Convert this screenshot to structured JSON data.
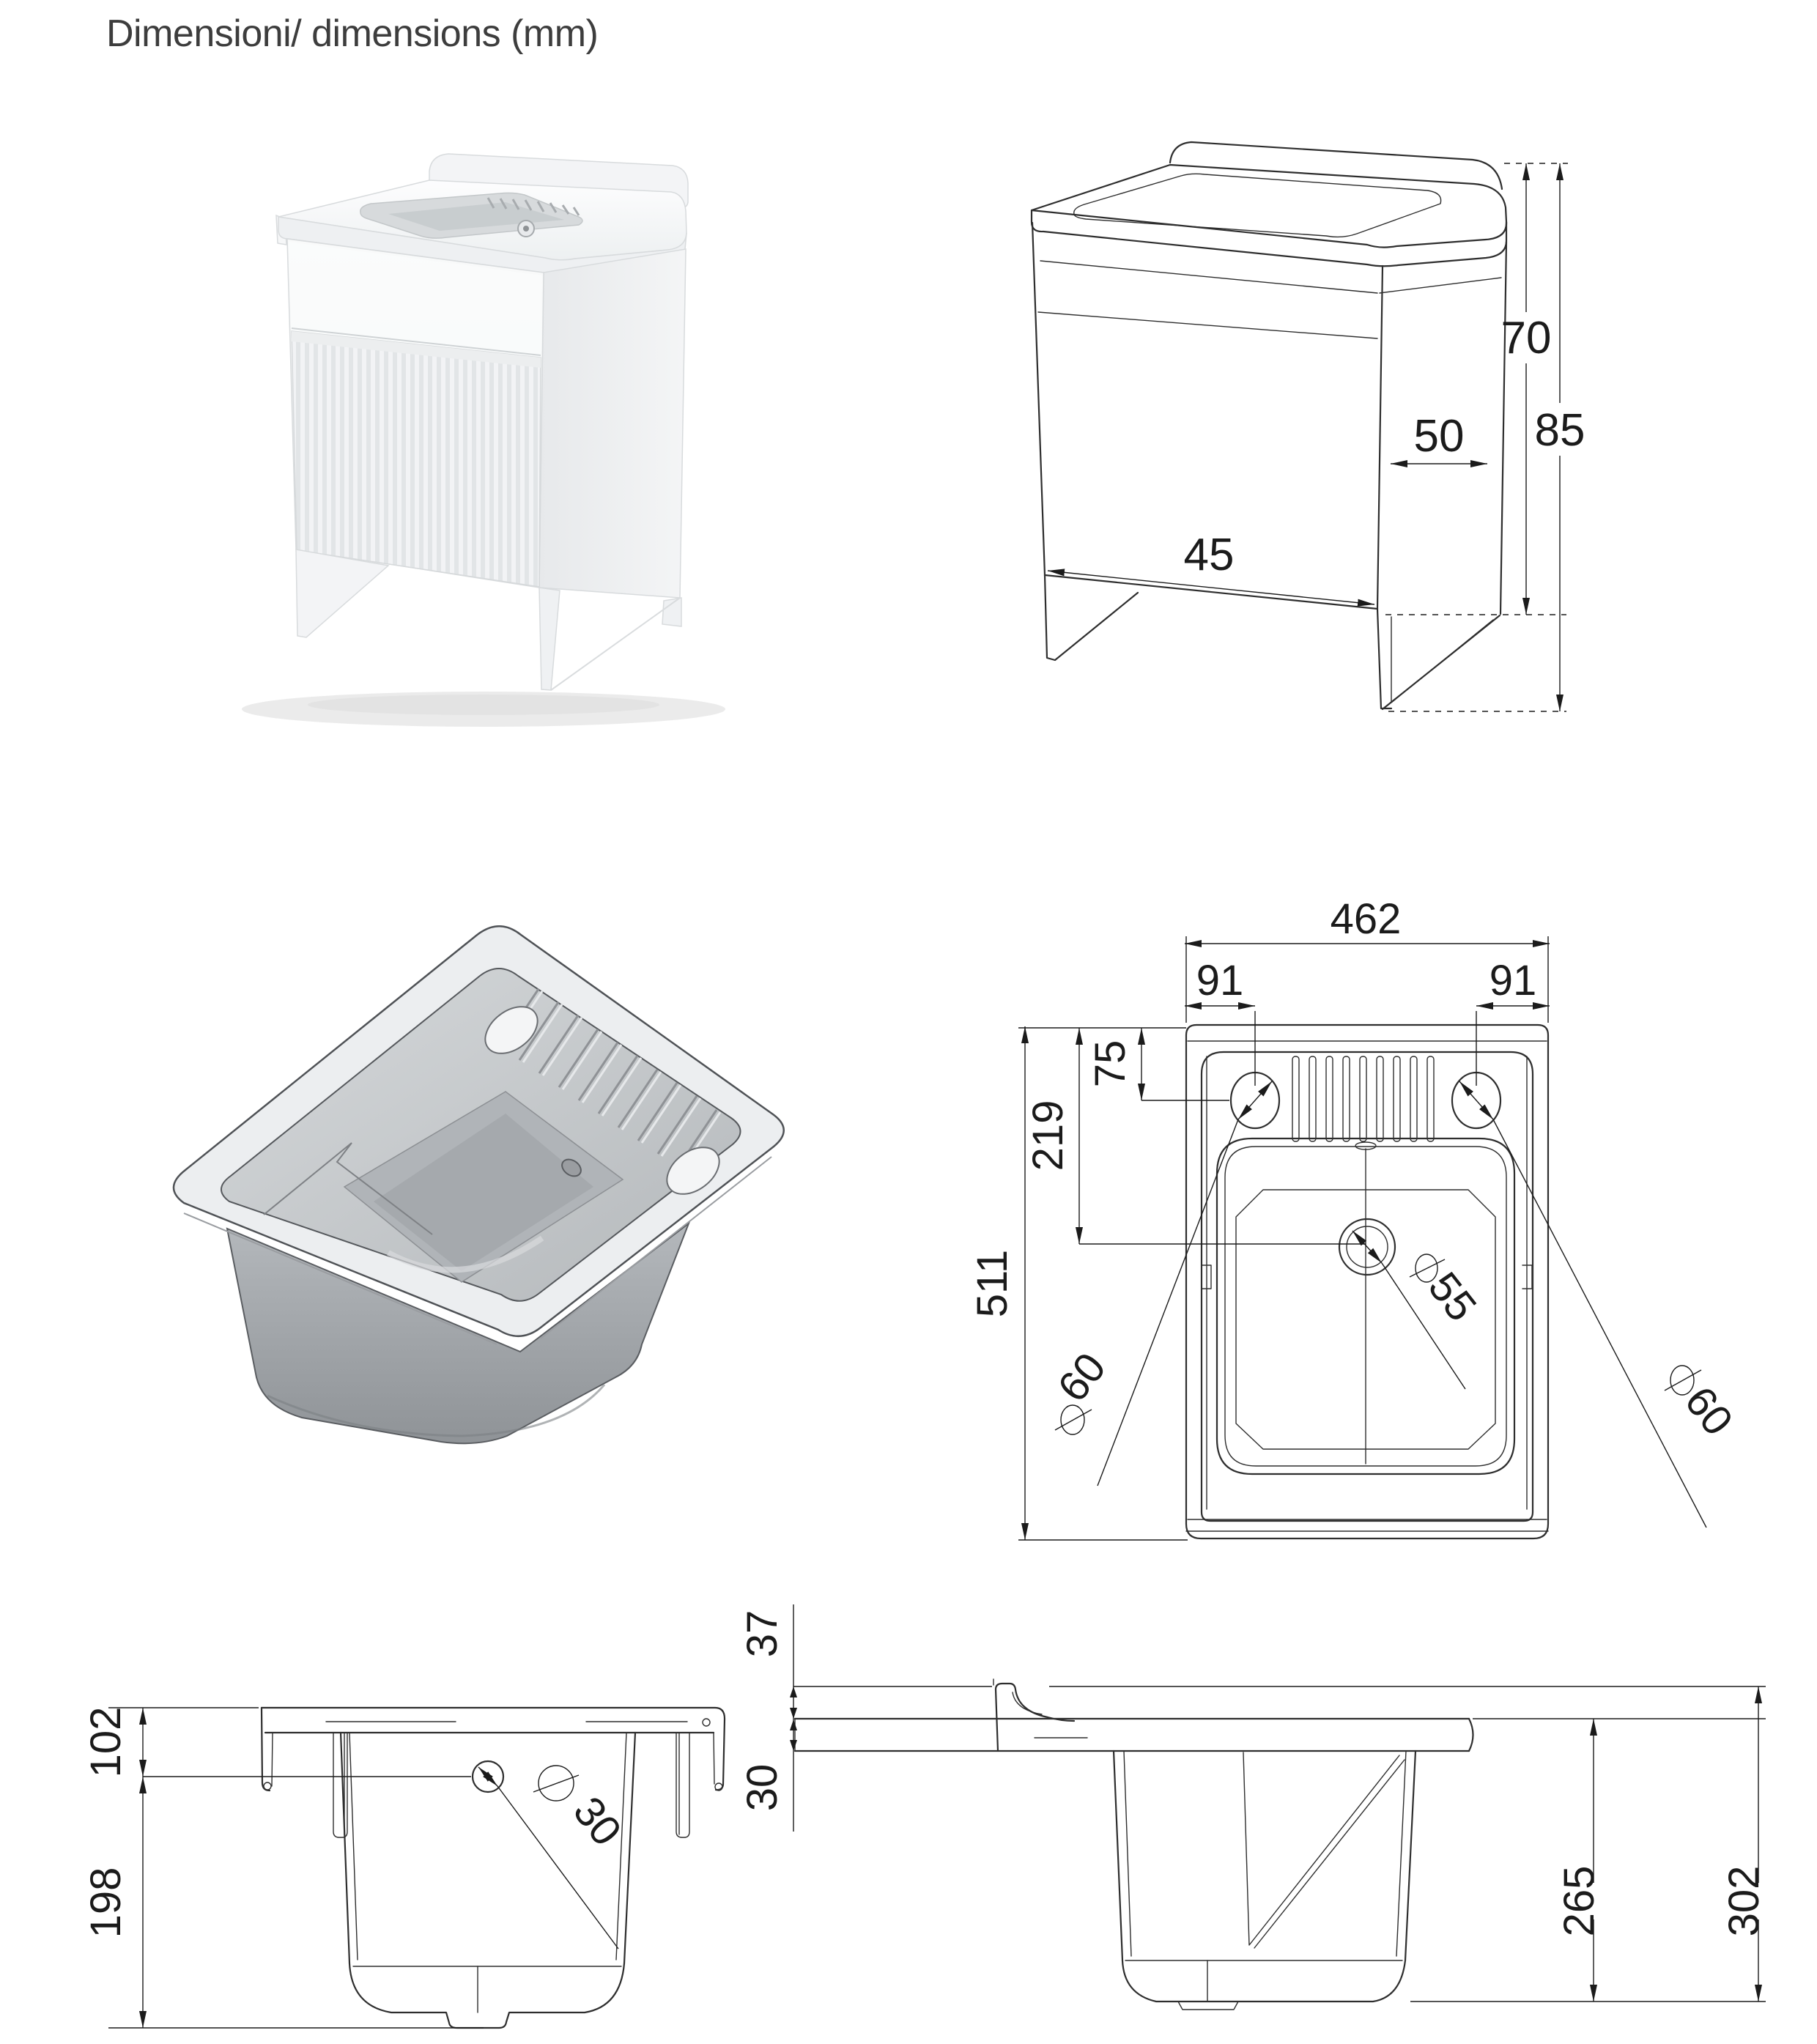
{
  "page": {
    "title": "Dimensioni/ dimensions (mm)"
  },
  "views": {
    "cabinet_iso": {
      "dims": {
        "body_height": "70",
        "total_height": "85",
        "depth": "50",
        "width": "45"
      }
    },
    "top_view": {
      "dims": {
        "overall_width": "462",
        "hole_offset_left": "91",
        "hole_offset_right": "91",
        "hole_from_back": "75",
        "drain_from_back": "219",
        "overall_depth": "511",
        "drain_diameter": "55",
        "left_hole_diameter": "60",
        "right_hole_diameter": "60"
      }
    },
    "side_view": {
      "dims": {
        "rim_height": "102",
        "tub_depth": "198",
        "overflow_diameter": "30"
      }
    },
    "section_view": {
      "dims": {
        "splashback_height": "37",
        "rim_thickness": "30",
        "basin_height": "265",
        "total_height": "302"
      }
    }
  }
}
